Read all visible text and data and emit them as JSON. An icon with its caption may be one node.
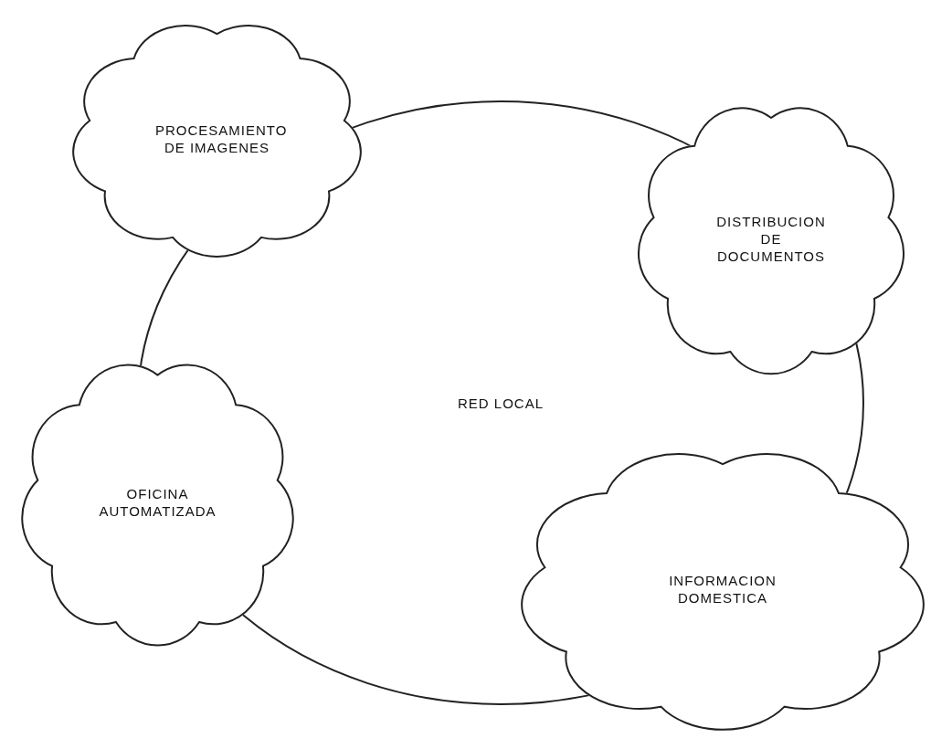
{
  "diagram": {
    "nodes": [
      {
        "text": [
          "PROCESAMIENTO DE IMAGENES"
        ]
      },
      {
        "text": [
          "DISTRIBUCION DE DOCUMENTOS"
        ]
      },
      {
        "text": [
          "RED LOCAL"
        ]
      },
      {
        "text": [
          "OFICINA AUTOMATIZADA"
        ]
      },
      {
        "text": [
          "INFORMACION DOMESTICA"
        ]
      }
    ],
    "edges": []
  }
}
